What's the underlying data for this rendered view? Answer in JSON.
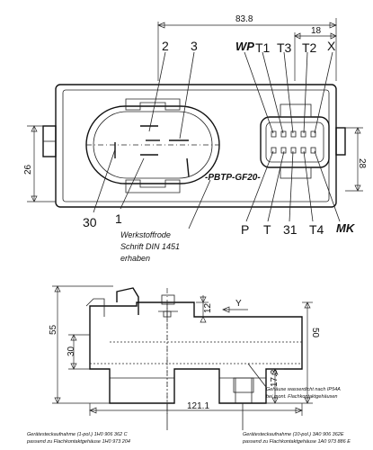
{
  "top_view": {
    "dimensions": {
      "overall_width": "83.8",
      "connector_offset": "18",
      "body_height": "26",
      "connector_height": "28"
    },
    "pin_labels_top": [
      "2",
      "3",
      "WP",
      "T1",
      "T3",
      "T2",
      "X"
    ],
    "pin_labels_bottom": [
      "30",
      "1",
      "P",
      "T",
      "31",
      "T4",
      "MK"
    ],
    "material_mark": "-PBTP-GF20-",
    "note_lines": [
      "Werkstoffrode",
      "Schrift DIN 1451",
      "erhaben"
    ]
  },
  "side_view": {
    "dimensions": {
      "height_55": "55",
      "height_30": "30",
      "height_50": "50",
      "offset_12": "12",
      "offset_17_3": "17.3",
      "width_121_1": "121.1",
      "direction_y": "Y"
    },
    "notes": {
      "housing_note": [
        "Gehäuse wasserdicht nach IP54A",
        "bei mont. Flachkontaktgehäusen"
      ],
      "left_socket": [
        "Gerätesteckaufnahme (1-pol.) 1H0 906 362 C",
        "passend zu Flachkontaktgehäuse 1H0 973 204"
      ],
      "right_socket": [
        "Gerätesteckaufnahme (10-pol.) 3A0 906 362E",
        "passend zu Flachkontaktgehäuse 1A0 973 886 E"
      ]
    }
  }
}
